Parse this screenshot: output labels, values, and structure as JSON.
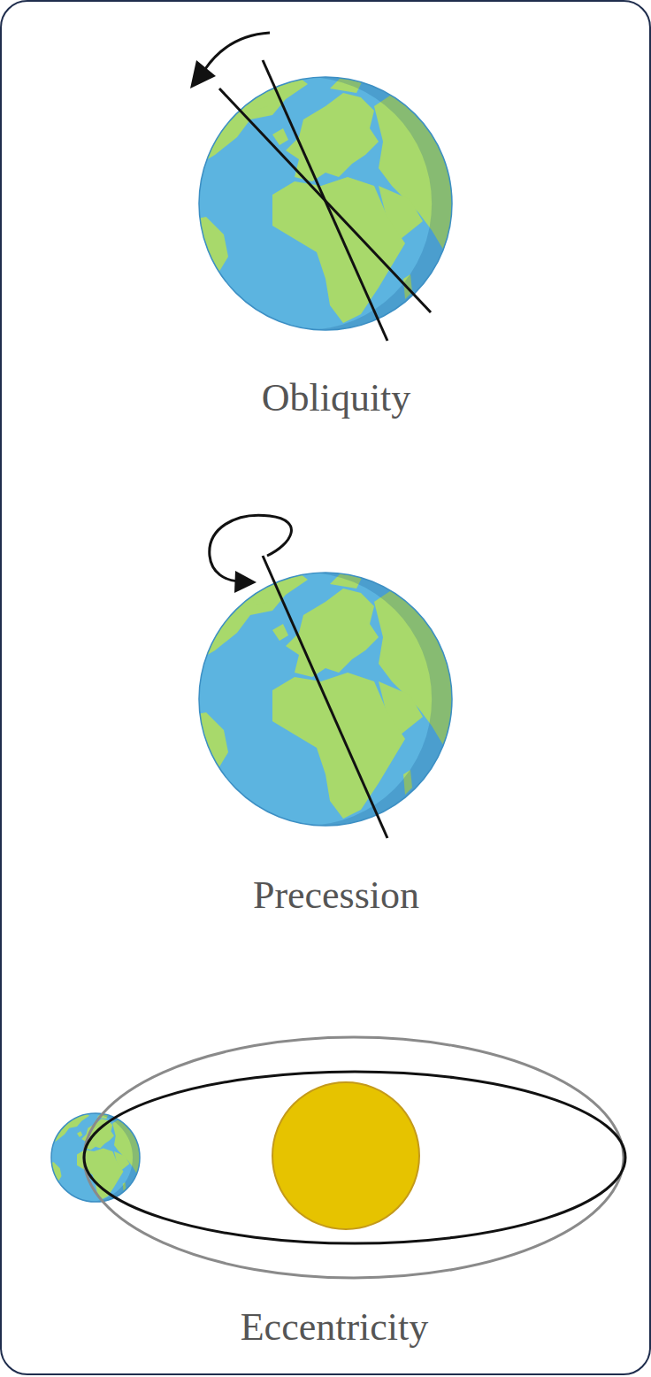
{
  "diagram": {
    "labels": [
      "Obliquity",
      "Precession",
      "Eccentricity"
    ]
  }
}
